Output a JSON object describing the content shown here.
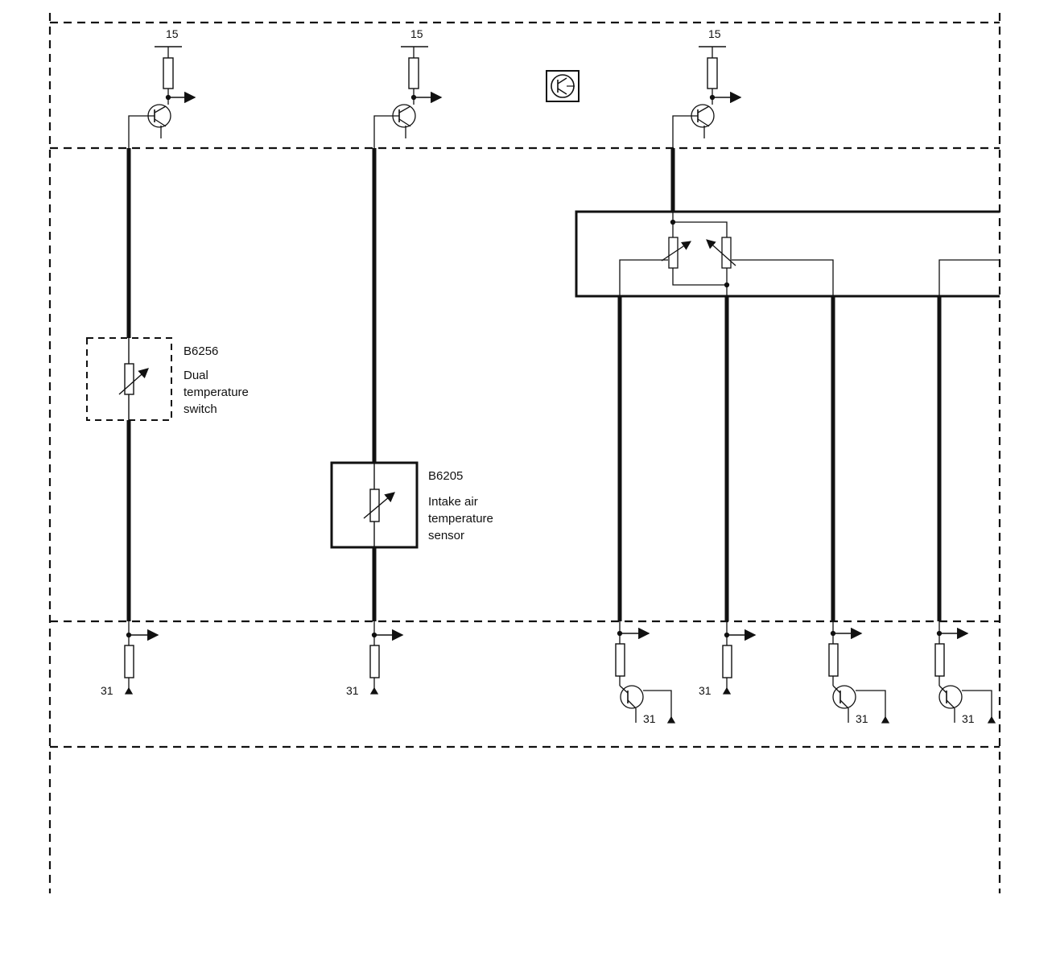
{
  "diagram": {
    "supply_label": "15",
    "ground_label": "31",
    "components": [
      {
        "code": "B6256",
        "desc_lines": [
          "Dual",
          "temperature",
          "switch"
        ]
      },
      {
        "code": "B6205",
        "desc_lines": [
          "Intake air",
          "temperature",
          "sensor"
        ]
      }
    ]
  },
  "colors": {
    "line": "#111111",
    "background": "#ffffff"
  }
}
